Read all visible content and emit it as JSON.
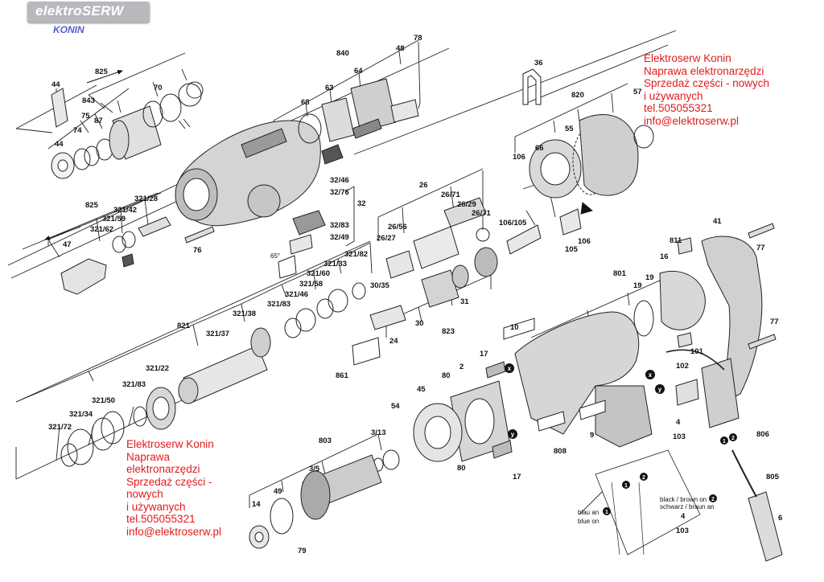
{
  "brand": {
    "name": "elektroSERW",
    "city": "KONIN"
  },
  "ad_top": [
    "Elektroserw Konin",
    "Naprawa elektronarzędzi",
    "Sprzedaż części - nowych",
    "i używanych",
    "tel.505055321",
    "info@elektroserw.pl"
  ],
  "ad_bottom": [
    "Elektroserw Konin",
    "Naprawa",
    "elektronarzędzi",
    "Sprzedaż części -",
    "nowych",
    "i używanych",
    "tel.505055321",
    "info@elektroserw.pl"
  ],
  "wiring_captions": {
    "black_brown_1": "black / brown on",
    "black_brown_2": "schwarz / braun an",
    "blue_1": "blau an",
    "blue_2": "blue on"
  },
  "angle_label": "65°",
  "labels": {
    "p44a": "44",
    "p825a": "825",
    "p843": "843",
    "p70": "70",
    "p75": "75",
    "p74": "74",
    "p87": "87",
    "p44b": "44",
    "p840": "840",
    "p78": "78",
    "p48": "48",
    "p64": "64",
    "p63": "63",
    "p68": "68",
    "p36": "36",
    "p820": "820",
    "p57": "57",
    "p55": "55",
    "p66": "66",
    "p106a": "106",
    "p106_105": "106/105",
    "p106b": "106",
    "p105": "105",
    "p825b": "825",
    "p321_42": "321/42",
    "p321_28": "321/28",
    "p321_59": "321/59",
    "p321_62": "321/62",
    "p47": "47",
    "p76": "76",
    "p32_46": "32/46",
    "p32_76": "32/76",
    "p32": "32",
    "p32_83": "32/83",
    "p32_49": "32/49",
    "p26": "26",
    "p26_71a": "26/71",
    "p26_29": "26/29",
    "p26_71b": "26/71",
    "p26_56": "26/56",
    "p26_27": "26/27",
    "p30_35": "30/35",
    "p31": "31",
    "p30": "30",
    "p823": "823",
    "p24": "24",
    "p861": "861",
    "p321_82": "321/82",
    "p321_33": "321/33",
    "p321_60": "321/60",
    "p321_58": "321/58",
    "p321_46": "321/46",
    "p321_83": "321/83",
    "p321_38": "321/38",
    "p821": "821",
    "p321_37": "321/37",
    "p321_22": "321/22",
    "p321_83b": "321/83",
    "p321_50": "321/50",
    "p321_34": "321/34",
    "p321_72": "321/72",
    "p41": "41",
    "p77a": "77",
    "p811": "811",
    "p16": "16",
    "p801": "801",
    "p19a": "19",
    "p19b": "19",
    "p77b": "77",
    "p10": "10",
    "p17a": "17",
    "p2": "2",
    "p80a": "80",
    "p45": "45",
    "p54": "54",
    "p3_13": "3/13",
    "p803": "803",
    "p3_5": "3/5",
    "p49": "49",
    "p14": "14",
    "p79": "79",
    "p80b": "80",
    "p17b": "17",
    "p808": "808",
    "p9": "9",
    "p101": "101",
    "p102": "102",
    "p4a": "4",
    "p103a": "103",
    "p806": "806",
    "p805": "805",
    "p6": "6",
    "p4b": "4",
    "p103b": "103"
  },
  "markers": {
    "x": "x",
    "y": "y",
    "one": "1",
    "two": "2"
  }
}
